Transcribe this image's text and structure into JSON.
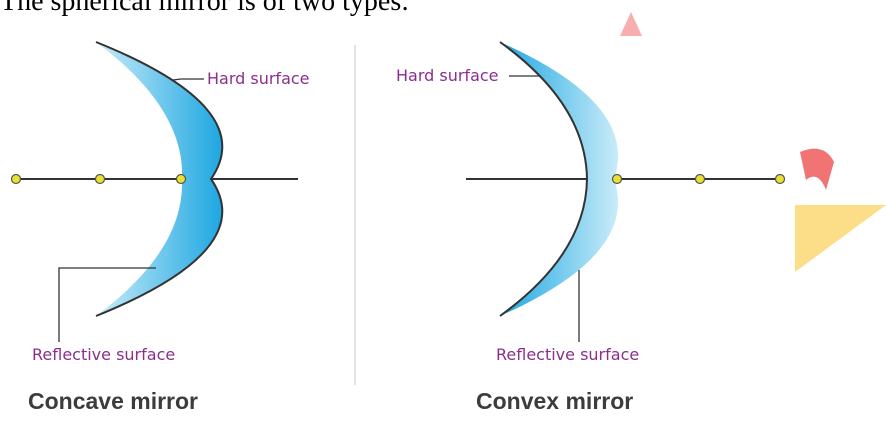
{
  "intro_text": "The spherical mirror is of two types:",
  "colors": {
    "text": "#000000",
    "label": "#8a2f8e",
    "caption": "#3c3c3c",
    "axis": "#333333",
    "point": "#e8e130",
    "mirror_light": "#b8e6f7",
    "mirror_dark": "#1ea7e1",
    "watermark_red": "#f05a5a",
    "watermark_yellow": "#fcd873"
  },
  "concave": {
    "hard_surface_label": "Hard surface",
    "reflective_surface_label": "Reflective surface",
    "caption": "Concave mirror"
  },
  "convex": {
    "hard_surface_label": "Hard surface",
    "reflective_surface_label": "Reflective surface",
    "caption": "Convex mirror"
  }
}
